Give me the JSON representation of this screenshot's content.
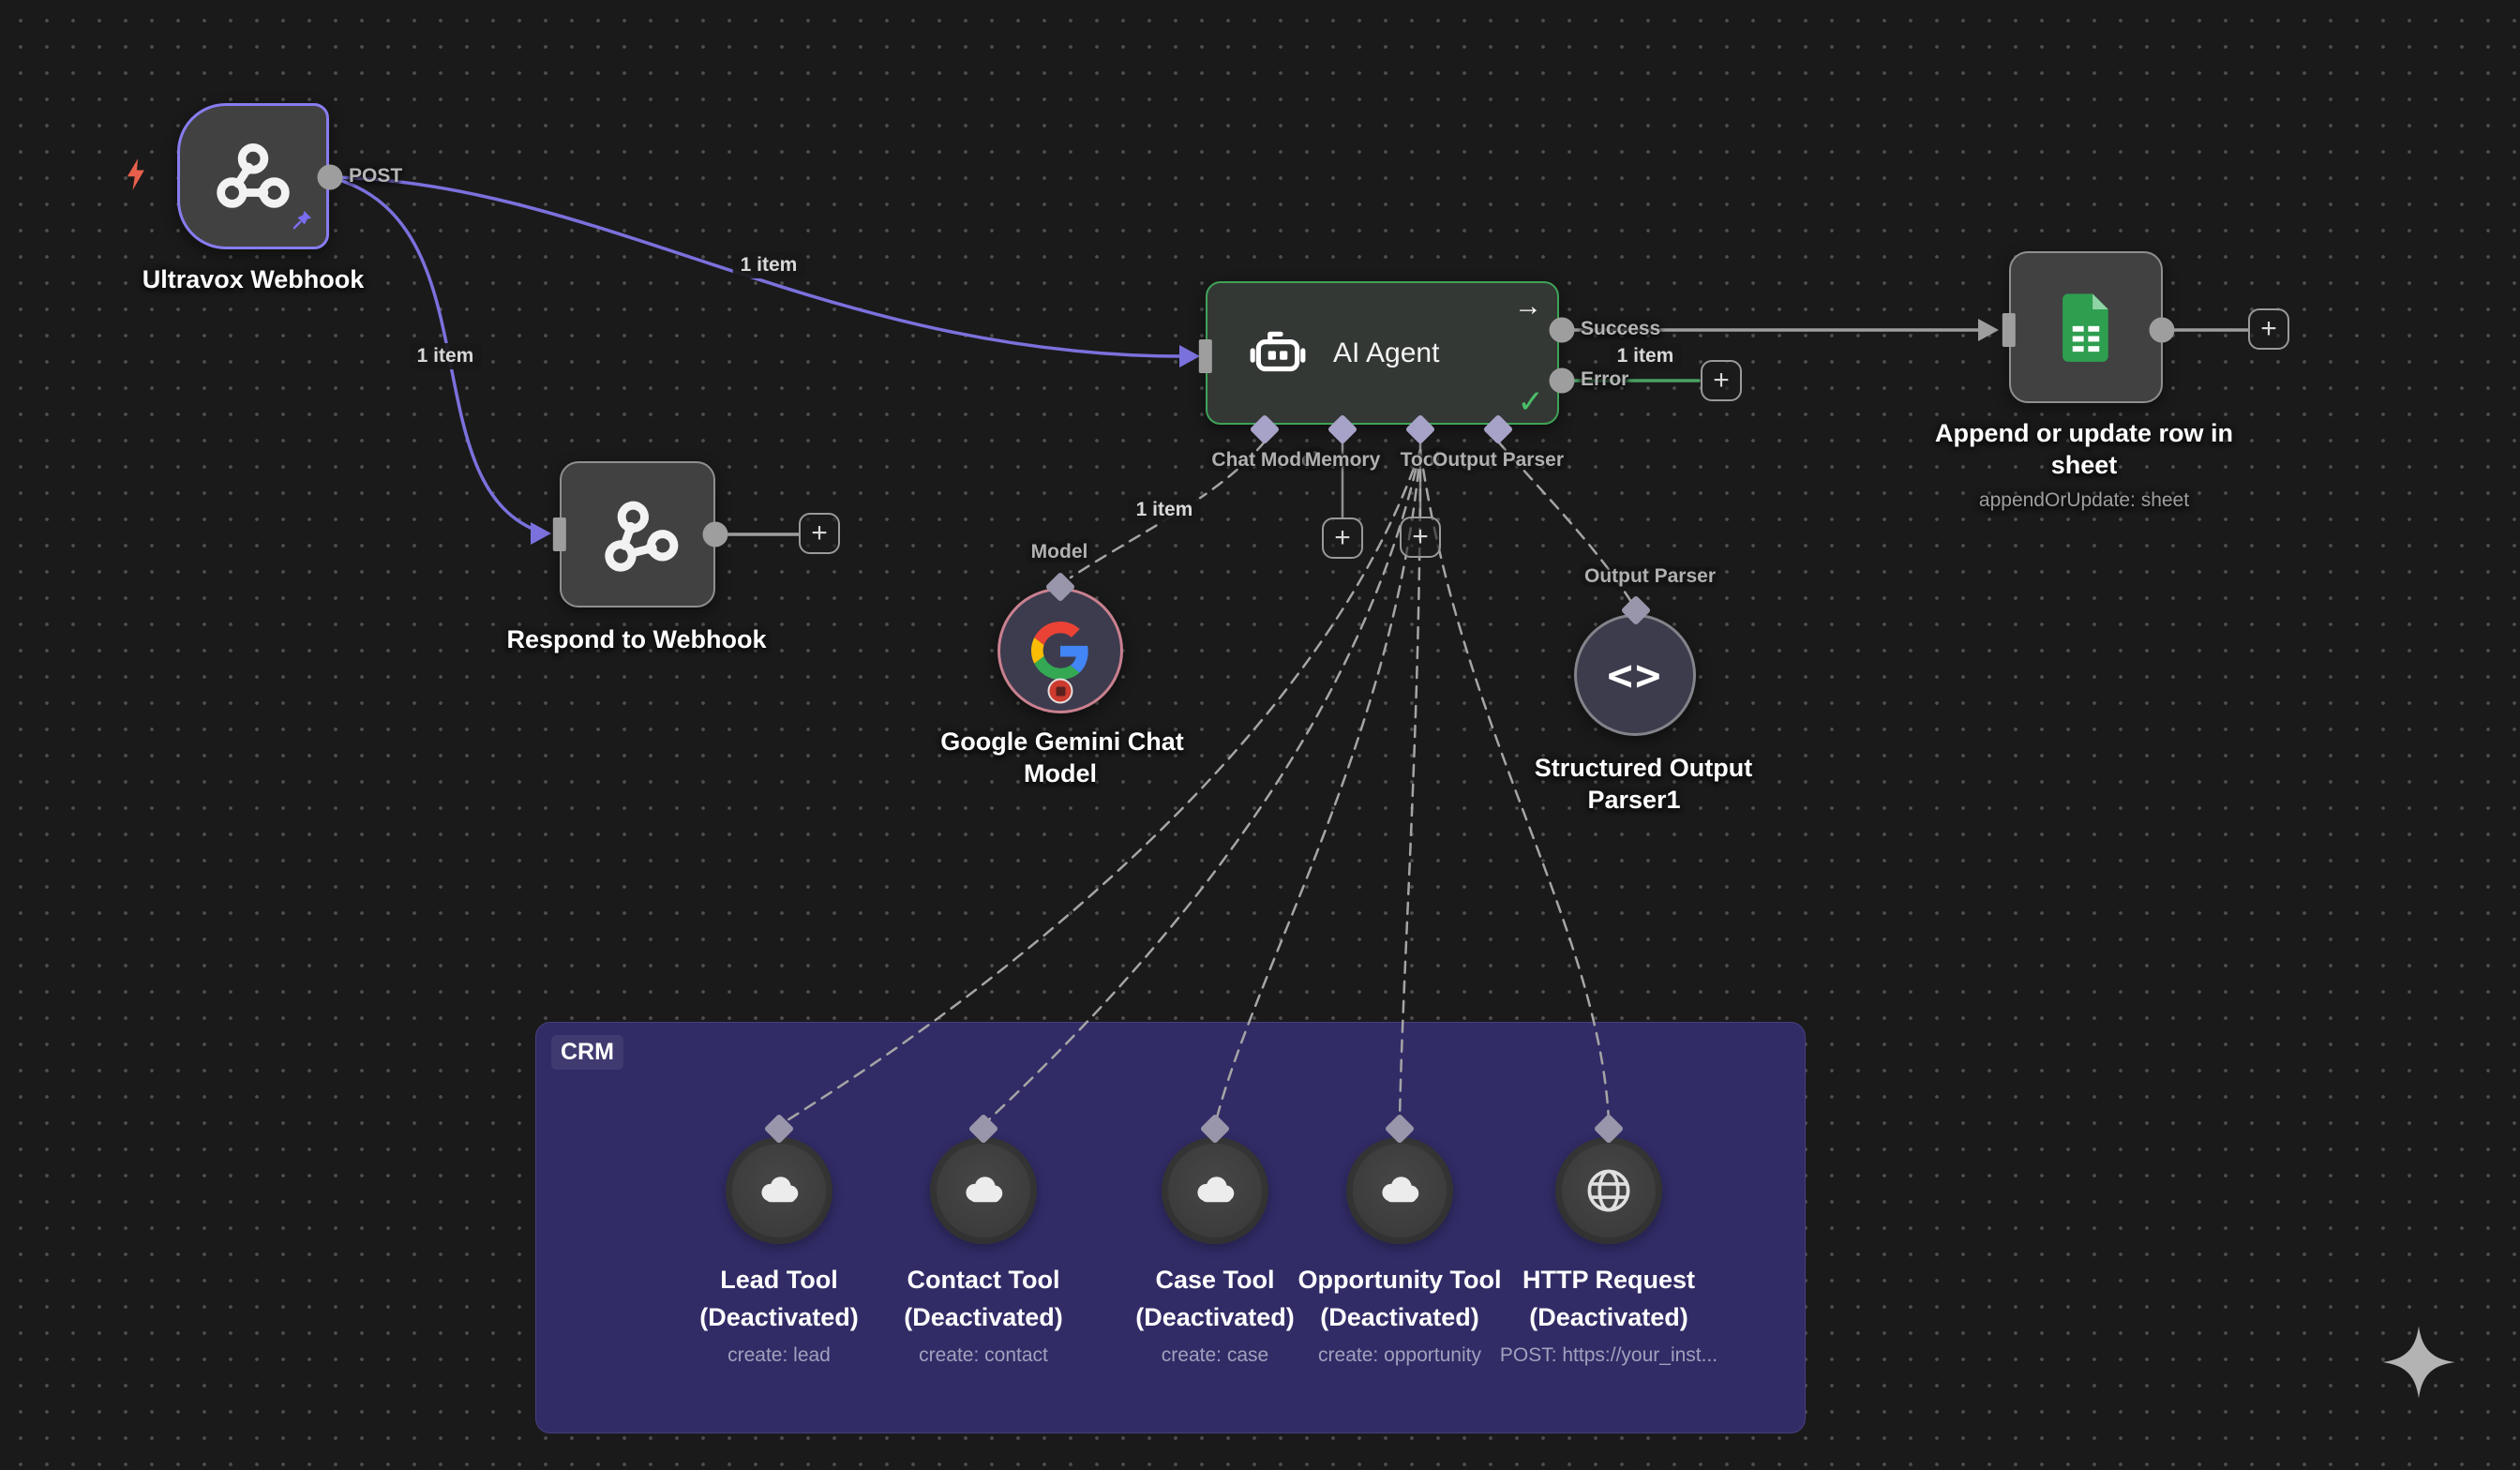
{
  "colors": {
    "canvas_bg": "#1a1a1a",
    "grid_dot": "#4e4e4e",
    "purple": "#7b71dd",
    "gray": "#9e9e9e",
    "green": "#4aa163",
    "agent_green": "#3fa358",
    "trigger_purple": "#877df0",
    "pink": "#c9808f",
    "crm_bg": "#312c66"
  },
  "glyphs": {
    "plus": "+",
    "check": "✓",
    "arrow_right": "→"
  },
  "nodes": {
    "ultravox_webhook": {
      "title": "Ultravox Webhook",
      "output_label": "POST"
    },
    "respond_to_webhook": {
      "title": "Respond to Webhook"
    },
    "ai_agent": {
      "title": "AI Agent",
      "success_label": "Success",
      "error_label": "Error",
      "success_items": "1 item",
      "connectors": {
        "chat_model": "Chat Model",
        "memory": "Memory",
        "tool": "Tool",
        "output_parser": "Output Parser"
      }
    },
    "gemini": {
      "title_line1": "Google Gemini Chat",
      "title_line2": "Model",
      "input_label": "Model",
      "items": "1 item"
    },
    "output_parser": {
      "title_line1": "Structured Output",
      "title_line2": "Parser1",
      "input_label": "Output Parser"
    },
    "sheets": {
      "title_line1": "Append or update row in",
      "title_line2": "sheet",
      "subtitle": "appendOrUpdate: sheet"
    }
  },
  "connections": {
    "webhook_to_agent_items": "1 item",
    "webhook_to_respond_items": "1 item"
  },
  "crm": {
    "label": "CRM",
    "tools": [
      {
        "title": "Lead Tool",
        "status": "(Deactivated)",
        "subtitle": "create: lead"
      },
      {
        "title": "Contact Tool",
        "status": "(Deactivated)",
        "subtitle": "create: contact"
      },
      {
        "title": "Case Tool",
        "status": "(Deactivated)",
        "subtitle": "create: case"
      },
      {
        "title": "Opportunity Tool",
        "status": "(Deactivated)",
        "subtitle": "create: opportunity"
      },
      {
        "title": "HTTP Request",
        "status": "(Deactivated)",
        "subtitle": "POST: https://your_inst..."
      }
    ]
  }
}
